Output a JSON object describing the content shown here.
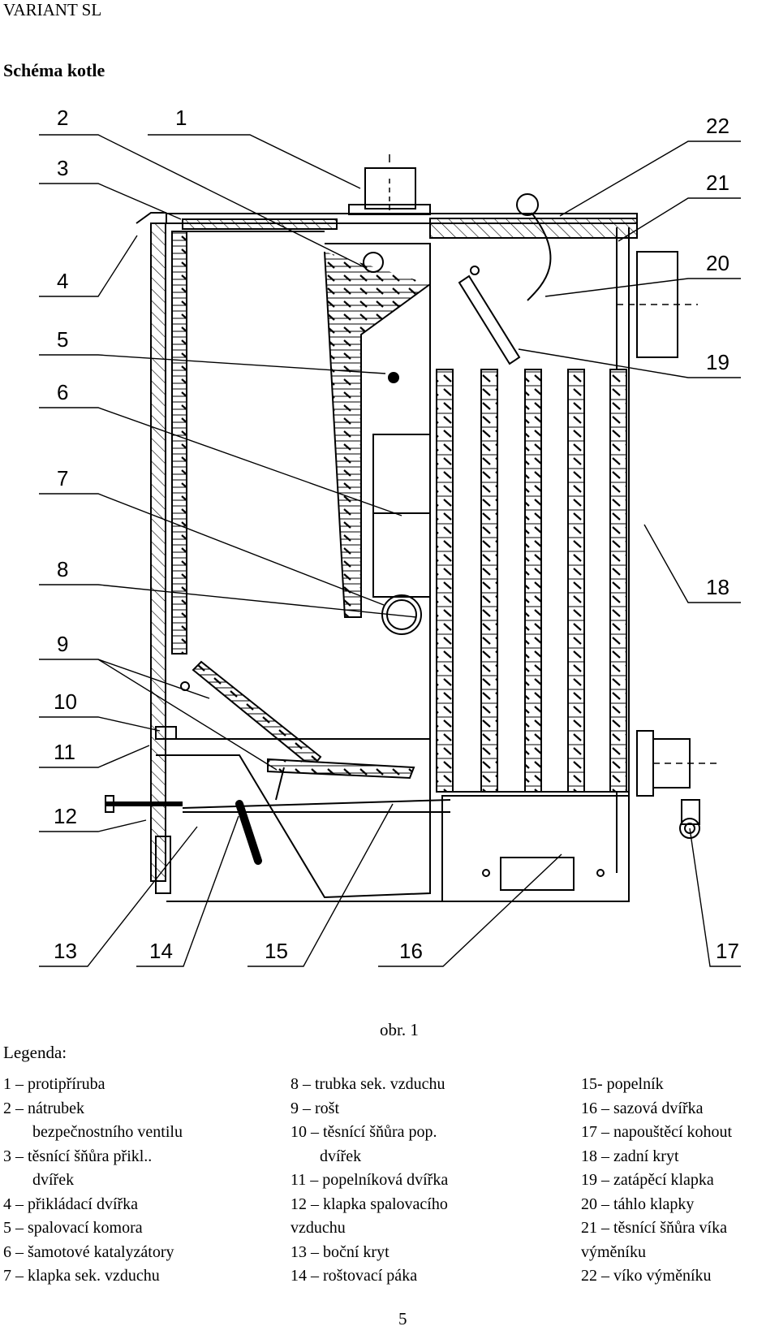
{
  "header": {
    "title": "VARIANT SL"
  },
  "section_title": "Schéma kotle",
  "figure": {
    "caption": "obr. 1"
  },
  "callouts": [
    "1",
    "2",
    "3",
    "4",
    "5",
    "6",
    "7",
    "8",
    "9",
    "10",
    "11",
    "12",
    "13",
    "14",
    "15",
    "16",
    "17",
    "18",
    "19",
    "20",
    "21",
    "22"
  ],
  "legend": {
    "title": "Legenda:",
    "columns": [
      [
        "1 – protipříruba",
        "2 – nátrubek",
        "bezpečnostního ventilu",
        "3 – těsnící šňůra přikl..",
        "dvířek",
        "4 – přikládací dvířka",
        "5 – spalovací komora",
        "6 – šamotové katalyzátory",
        "7 – klapka sek. vzduchu"
      ],
      [
        "8 – trubka sek. vzduchu",
        "9 – rošt",
        "10 – těsnící šňůra pop.",
        "dvířek",
        "11 – popelníková dvířka",
        "12 – klapka spalovacího",
        "vzduchu",
        "13 – boční kryt",
        "14 – roštovací páka"
      ],
      [
        "15- popelník",
        "16 – sazová dvířka",
        "17 – napouštěcí kohout",
        "18 – zadní kryt",
        "19 – zatápěcí klapka",
        "20 – táhlo klapky",
        "21 – těsnící šňůra víka",
        "výměníku",
        "22 – víko výměníku"
      ]
    ]
  },
  "page_number": "5"
}
